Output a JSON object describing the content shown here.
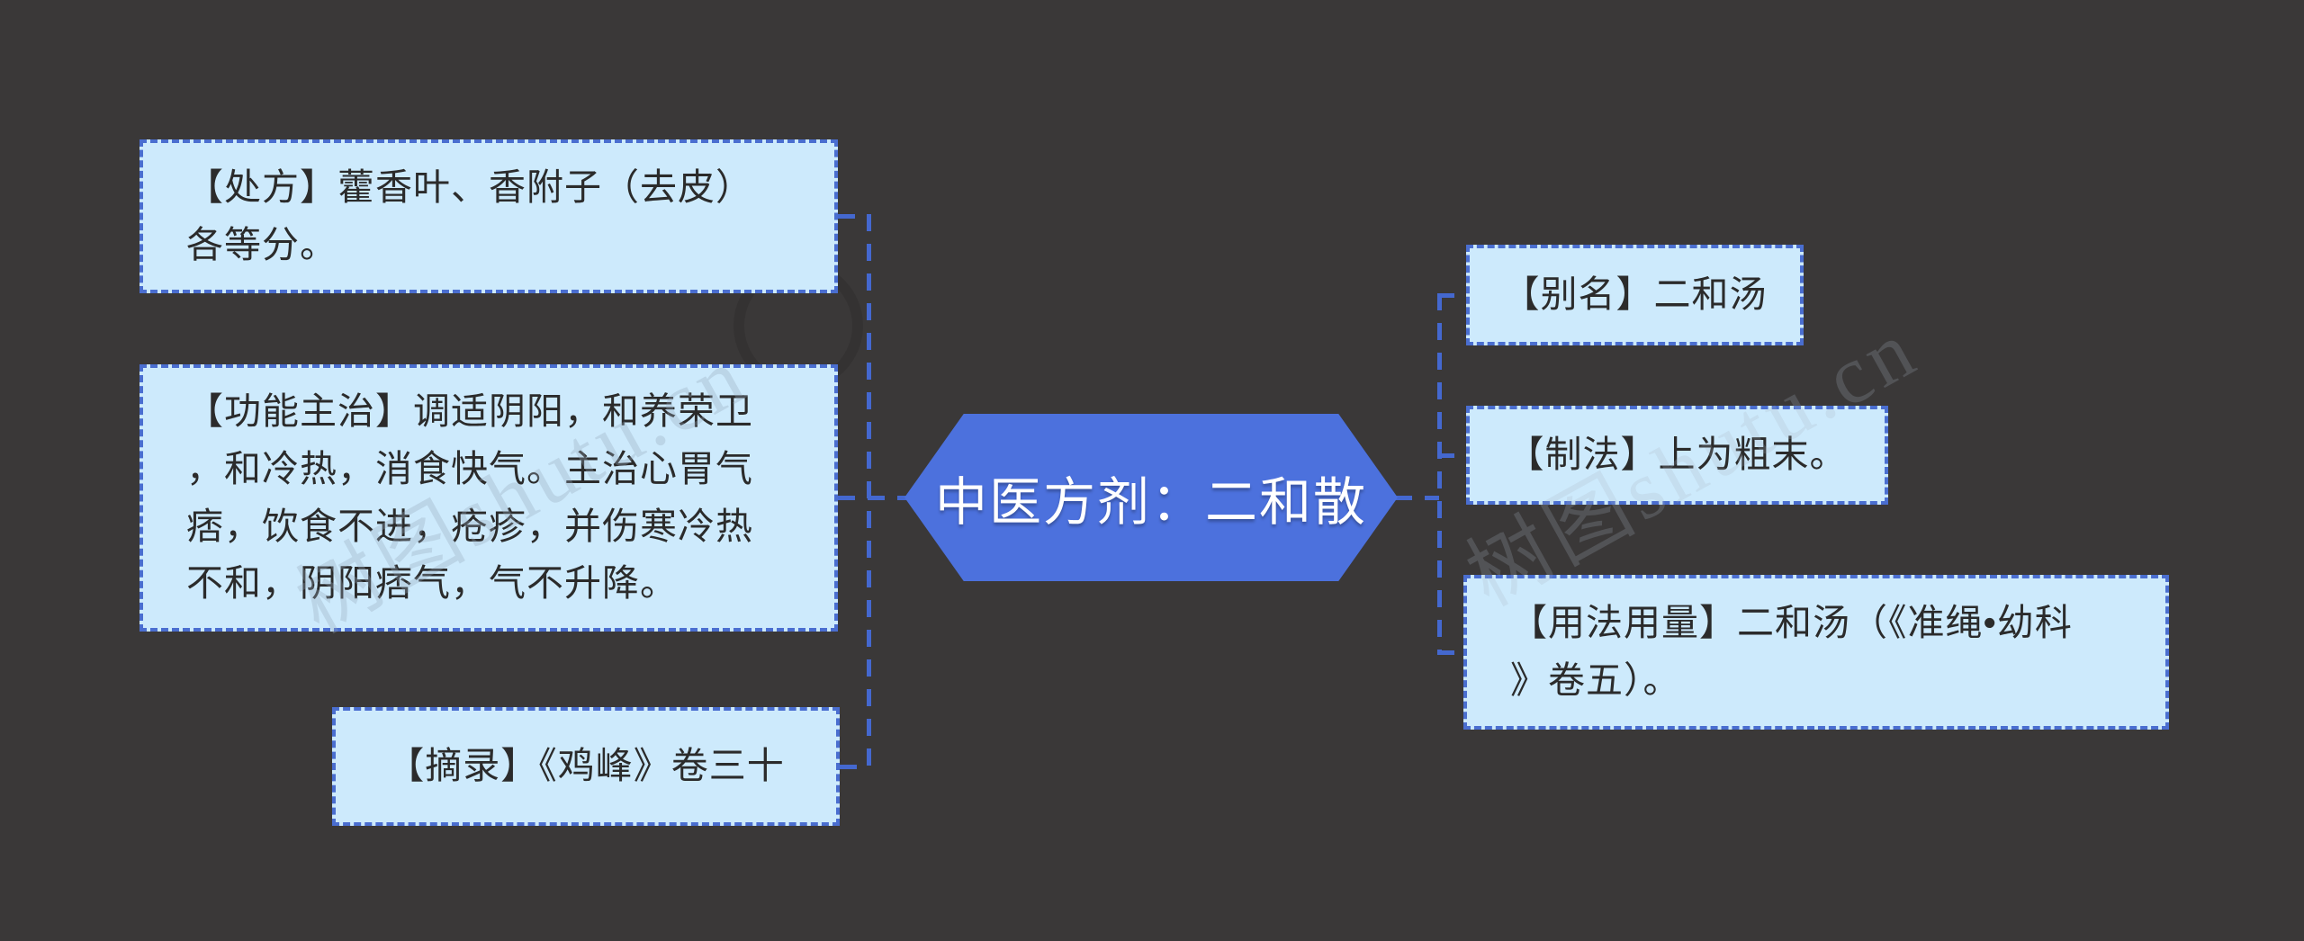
{
  "diagram": {
    "type": "mindmap",
    "center_node": {
      "label": "中医方剂：二和散"
    },
    "left_nodes": [
      {
        "name": "prescription",
        "text": "【处方】藿香叶、香附子（去皮）\n各等分。"
      },
      {
        "name": "indications",
        "text": "【功能主治】调适阴阳，和养荣卫\n，和冷热，消食快气。主治心胃气\n痞，饮食不进，疮疹，并伤寒冷热\n不和，阴阳痞气，气不升降。"
      },
      {
        "name": "excerpt",
        "text": "【摘录】《鸡峰》卷三十"
      }
    ],
    "right_nodes": [
      {
        "name": "alias",
        "text": "【别名】二和汤"
      },
      {
        "name": "preparation",
        "text": "【制法】上为粗末。"
      },
      {
        "name": "dosage",
        "text": "【用法用量】二和汤（《准绳•幼科\n》卷五）。"
      }
    ]
  },
  "watermark": {
    "text": "树图shutu.cn"
  },
  "colors": {
    "background": "#3a3838",
    "leaf_fill": "#cdeafc",
    "leaf_border": "#4a6ed0",
    "leaf_text": "#2b2b2b",
    "center_fill": "#4c71dd",
    "center_text": "#ffffff",
    "connector": "#4468cf"
  }
}
